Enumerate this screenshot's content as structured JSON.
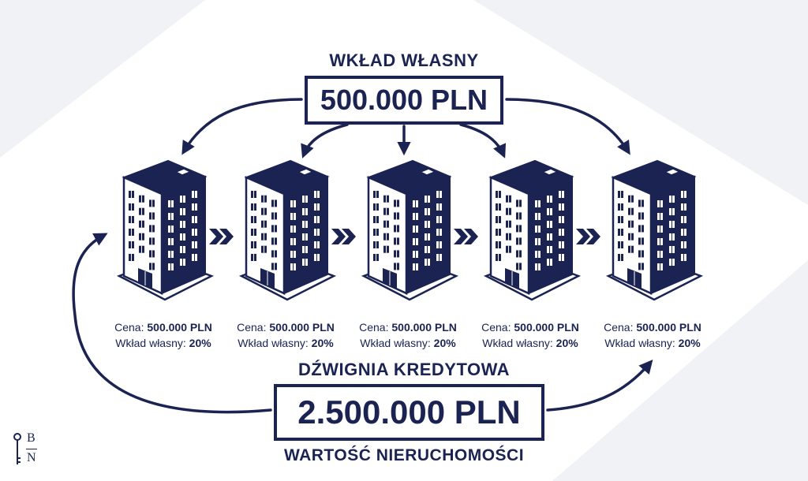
{
  "top": {
    "heading": "WKŁAD WŁASNY",
    "amount": "500.000 PLN"
  },
  "properties": [
    {
      "price_label": "Cena:",
      "price": "500.000 PLN",
      "down_label": "Wkład własny:",
      "down": "20%"
    },
    {
      "price_label": "Cena:",
      "price": "500.000 PLN",
      "down_label": "Wkład własny:",
      "down": "20%"
    },
    {
      "price_label": "Cena:",
      "price": "500.000 PLN",
      "down_label": "Wkład własny:",
      "down": "20%"
    },
    {
      "price_label": "Cena:",
      "price": "500.000 PLN",
      "down_label": "Wkład własny:",
      "down": "20%"
    },
    {
      "price_label": "Cena:",
      "price": "500.000 PLN",
      "down_label": "Wkład własny:",
      "down": "20%"
    }
  ],
  "bottom": {
    "heading": "DŹWIGNIA KREDYTOWA",
    "amount": "2.500.000 PLN",
    "caption": "WARTOŚĆ NIERUCHOMOŚCI"
  },
  "logo": {
    "letter_top": "B",
    "letter_bottom": "N"
  },
  "colors": {
    "navy": "#1b2352",
    "background": "#ffffff"
  },
  "icons": {
    "building": "building-icon",
    "chevron": "double-chevron-right-icon",
    "logo": "bn-key-logo"
  }
}
